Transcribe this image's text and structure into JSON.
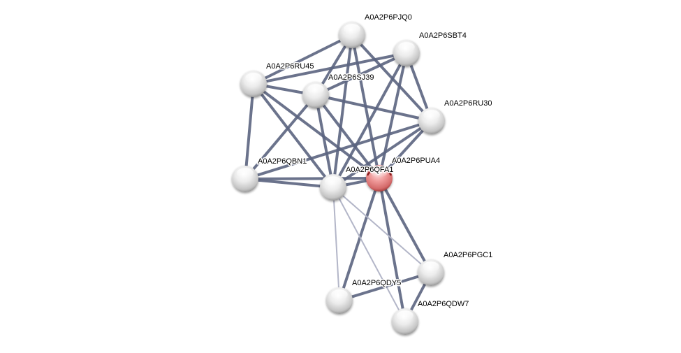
{
  "network": {
    "nodes": [
      {
        "id": "A0A2P6PJQ0",
        "label": "A0A2P6PJQ0",
        "color": "grey"
      },
      {
        "id": "A0A2P6SBT4",
        "label": "A0A2P6SBT4",
        "color": "grey"
      },
      {
        "id": "A0A2P6RU45",
        "label": "A0A2P6RU45",
        "color": "grey"
      },
      {
        "id": "A0A2P6SJ39",
        "label": "A0A2P6SJ39",
        "color": "grey"
      },
      {
        "id": "A0A2P6RU30",
        "label": "A0A2P6RU30",
        "color": "grey"
      },
      {
        "id": "A0A2P6QBN1",
        "label": "A0A2P6QBN1",
        "color": "grey"
      },
      {
        "id": "A0A2P6QFA1",
        "label": "A0A2P6QFA1",
        "color": "grey"
      },
      {
        "id": "A0A2P6PUA4",
        "label": "A0A2P6PUA4",
        "color": "red",
        "query": true
      },
      {
        "id": "A0A2P6PGC1",
        "label": "A0A2P6PGC1",
        "color": "grey"
      },
      {
        "id": "A0A2P6QDY5",
        "label": "A0A2P6QDY5",
        "color": "grey"
      },
      {
        "id": "A0A2P6QDW7",
        "label": "A0A2P6QDW7",
        "color": "grey"
      }
    ],
    "edges": [
      {
        "source": "A0A2P6PJQ0",
        "target": "A0A2P6RU45",
        "strength": "strong"
      },
      {
        "source": "A0A2P6PJQ0",
        "target": "A0A2P6SJ39",
        "strength": "strong"
      },
      {
        "source": "A0A2P6PJQ0",
        "target": "A0A2P6QFA1",
        "strength": "strong"
      },
      {
        "source": "A0A2P6PJQ0",
        "target": "A0A2P6PUA4",
        "strength": "strong"
      },
      {
        "source": "A0A2P6PJQ0",
        "target": "A0A2P6RU30",
        "strength": "strong"
      },
      {
        "source": "A0A2P6SBT4",
        "target": "A0A2P6RU45",
        "strength": "strong"
      },
      {
        "source": "A0A2P6SBT4",
        "target": "A0A2P6SJ39",
        "strength": "strong"
      },
      {
        "source": "A0A2P6SBT4",
        "target": "A0A2P6RU30",
        "strength": "strong"
      },
      {
        "source": "A0A2P6SBT4",
        "target": "A0A2P6QFA1",
        "strength": "strong"
      },
      {
        "source": "A0A2P6SBT4",
        "target": "A0A2P6PUA4",
        "strength": "strong"
      },
      {
        "source": "A0A2P6RU45",
        "target": "A0A2P6SJ39",
        "strength": "strong"
      },
      {
        "source": "A0A2P6RU45",
        "target": "A0A2P6QBN1",
        "strength": "strong"
      },
      {
        "source": "A0A2P6RU45",
        "target": "A0A2P6QFA1",
        "strength": "strong"
      },
      {
        "source": "A0A2P6RU45",
        "target": "A0A2P6PUA4",
        "strength": "strong"
      },
      {
        "source": "A0A2P6SJ39",
        "target": "A0A2P6QBN1",
        "strength": "strong"
      },
      {
        "source": "A0A2P6SJ39",
        "target": "A0A2P6QFA1",
        "strength": "strong"
      },
      {
        "source": "A0A2P6SJ39",
        "target": "A0A2P6PUA4",
        "strength": "strong"
      },
      {
        "source": "A0A2P6SJ39",
        "target": "A0A2P6RU30",
        "strength": "strong"
      },
      {
        "source": "A0A2P6RU30",
        "target": "A0A2P6QBN1",
        "strength": "strong"
      },
      {
        "source": "A0A2P6RU30",
        "target": "A0A2P6QFA1",
        "strength": "strong"
      },
      {
        "source": "A0A2P6RU30",
        "target": "A0A2P6PUA4",
        "strength": "strong"
      },
      {
        "source": "A0A2P6QBN1",
        "target": "A0A2P6QFA1",
        "strength": "strong"
      },
      {
        "source": "A0A2P6QBN1",
        "target": "A0A2P6PUA4",
        "strength": "strong"
      },
      {
        "source": "A0A2P6QFA1",
        "target": "A0A2P6PUA4",
        "strength": "strong"
      },
      {
        "source": "A0A2P6PUA4",
        "target": "A0A2P6QDY5",
        "strength": "strong"
      },
      {
        "source": "A0A2P6PUA4",
        "target": "A0A2P6QDW7",
        "strength": "strong"
      },
      {
        "source": "A0A2P6PUA4",
        "target": "A0A2P6PGC1",
        "strength": "strong"
      },
      {
        "source": "A0A2P6QFA1",
        "target": "A0A2P6QDY5",
        "strength": "weak"
      },
      {
        "source": "A0A2P6QFA1",
        "target": "A0A2P6QDW7",
        "strength": "weak"
      },
      {
        "source": "A0A2P6QFA1",
        "target": "A0A2P6PGC1",
        "strength": "weak"
      },
      {
        "source": "A0A2P6QDY5",
        "target": "A0A2P6PGC1",
        "strength": "strong"
      },
      {
        "source": "A0A2P6PGC1",
        "target": "A0A2P6QDW7",
        "strength": "strong"
      }
    ],
    "colors": {
      "edge_strong": "#5b6480",
      "edge_weak": "#b3b6c8",
      "node_grey": "#d9d9d9",
      "node_red": "#e88a8a"
    }
  }
}
